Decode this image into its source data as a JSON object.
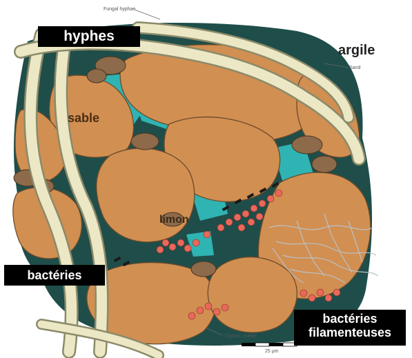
{
  "labels": {
    "hyphes": "hyphes",
    "argile": "argile",
    "sable": "sable",
    "limon": "limon",
    "bacteries": "bactéries",
    "bacteries_filamenteuses_line1": "bactéries",
    "bacteries_filamenteuses_line2": "filamenteuses"
  },
  "small_annotations": {
    "fungal_hyphae": "Fungal hyphae",
    "sand": "Sand",
    "organic_matter": "Organic matter",
    "scale": "25 µm"
  },
  "colors": {
    "sand_grain": "#d18f52",
    "grain_outline": "#6b4a2a",
    "pore_water": "#2fb3b3",
    "clay_dark": "#1f4e4a",
    "hyphae_fill": "#ece7c4",
    "hyphae_edge": "#8a8a6a",
    "silt_grain": "#8c6a4a",
    "bacteria": "#e8685a",
    "filamentous_bacteria": "#b9c2c8",
    "label_bg": "#000000",
    "label_text": "#ffffff"
  }
}
